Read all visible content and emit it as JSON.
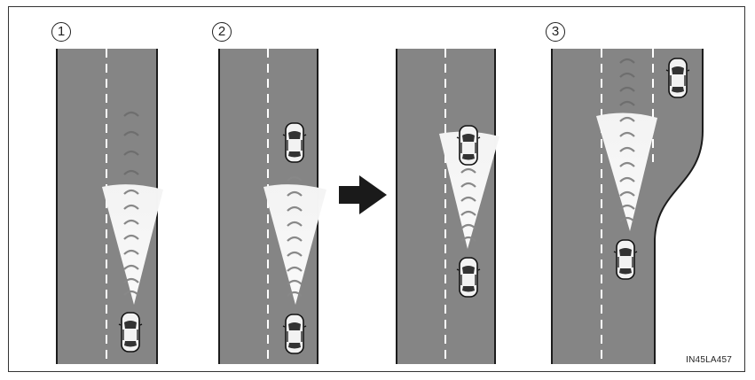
{
  "panels": [
    {
      "label": "1"
    },
    {
      "label": "2"
    },
    {
      "label": ""
    },
    {
      "label": "3"
    }
  ],
  "figure_code": "IN45LA457",
  "icons": {
    "transition_arrow": "right-arrow-icon",
    "vehicle": "car-top-view-icon",
    "radar": "radar-beam-icon"
  },
  "colors": {
    "road": "#858585",
    "road_edge": "#1c1c1c",
    "lane_marking": "#ffffff",
    "beam": "#e9e9e9",
    "car_body": "#f2f2f2",
    "arrow": "#1a1a1a"
  }
}
